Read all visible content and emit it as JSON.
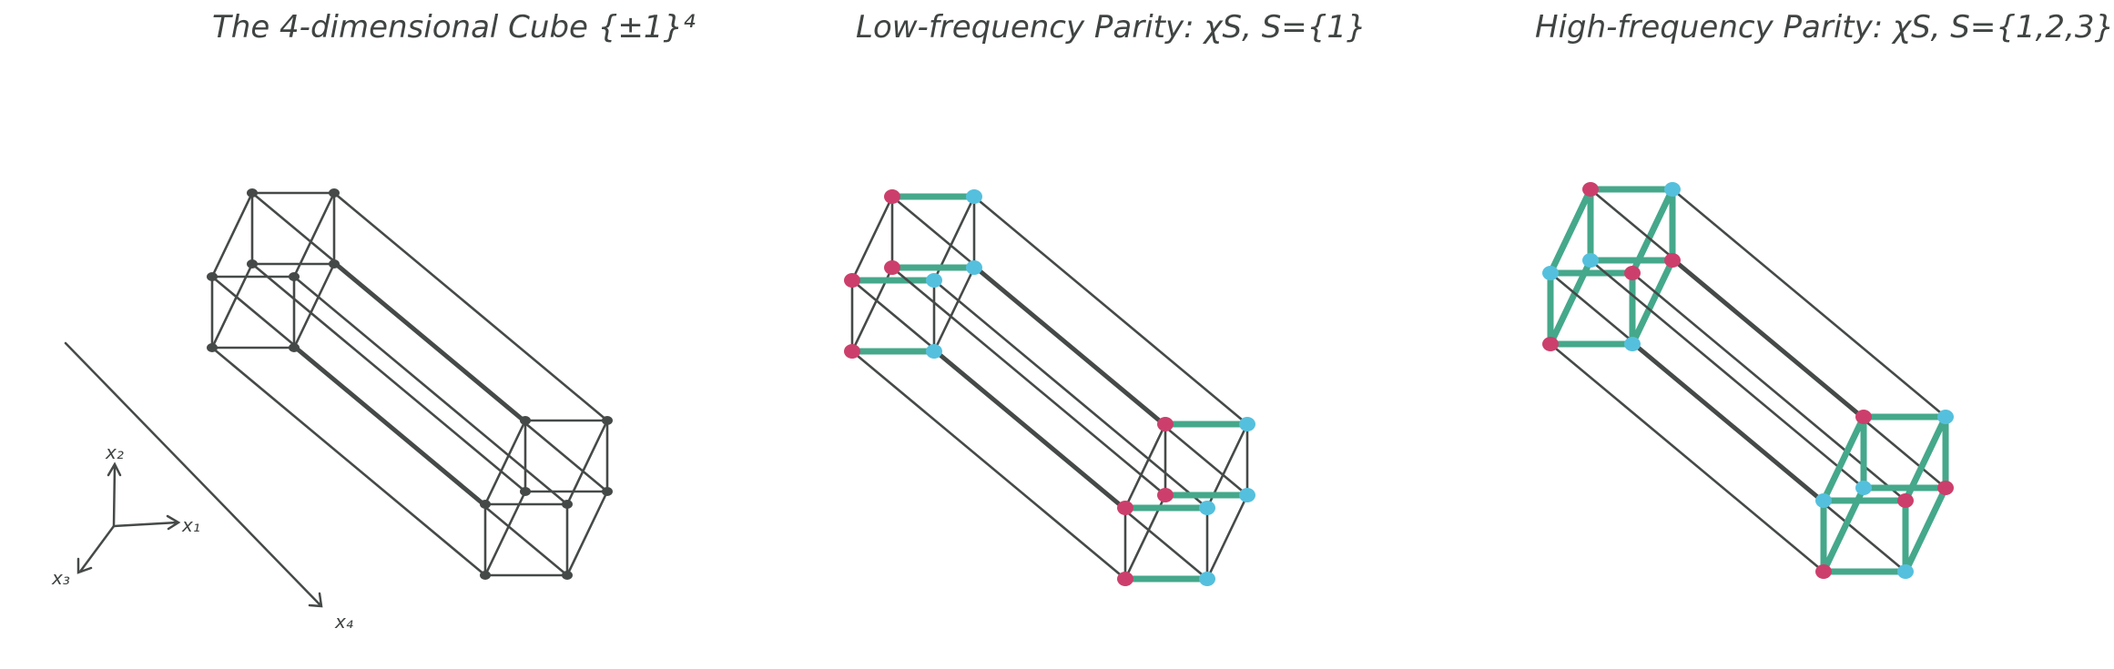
{
  "titles": {
    "cube": "The 4-dimensional Cube {±1}⁴",
    "low": "Low-frequency Parity: χS,  S={1}",
    "high": "High-frequency Parity: χS,  S={1,2,3}"
  },
  "axes": {
    "x1": "x₁",
    "x2": "x₂",
    "x3": "x₃",
    "x4": "x₄"
  },
  "colors": {
    "ink": "#454a48",
    "positive_vertex": "#55c0dd",
    "negative_vertex": "#cc3f6c",
    "active_edge": "#45a88b"
  }
}
